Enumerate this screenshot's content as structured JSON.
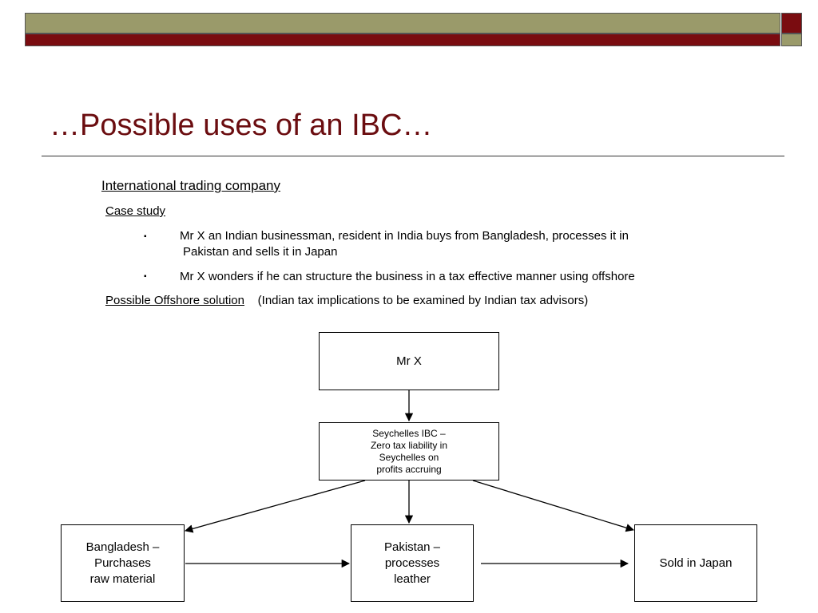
{
  "theme": {
    "olive": "#9a9a6a",
    "maroon": "#7a0c10",
    "title_color": "#6b0d10"
  },
  "slide": {
    "title": "…Possible uses of an IBC…",
    "subheading": "International trading company",
    "case_label": "Case study",
    "bullets": [
      {
        "marker": "▪",
        "line1": "Mr X an Indian businessman, resident in India buys from Bangladesh, processes it in",
        "line2": "Pakistan and sells it in Japan"
      },
      {
        "marker": "▪",
        "line1": "Mr X wonders if he can structure the business in a tax effective manner using offshore"
      }
    ],
    "solution_label": "Possible Offshore solution",
    "solution_note": "(Indian tax implications to be examined by Indian tax advisors)"
  },
  "diagram": {
    "mrx": "Mr X",
    "ibc": [
      "Seychelles IBC –",
      "Zero tax liability in",
      "Seychelles on",
      "profits accruing"
    ],
    "bangladesh": [
      "Bangladesh –",
      "Purchases",
      "raw material"
    ],
    "pakistan": [
      "Pakistan –",
      "processes",
      "leather"
    ],
    "japan": "Sold in Japan"
  }
}
